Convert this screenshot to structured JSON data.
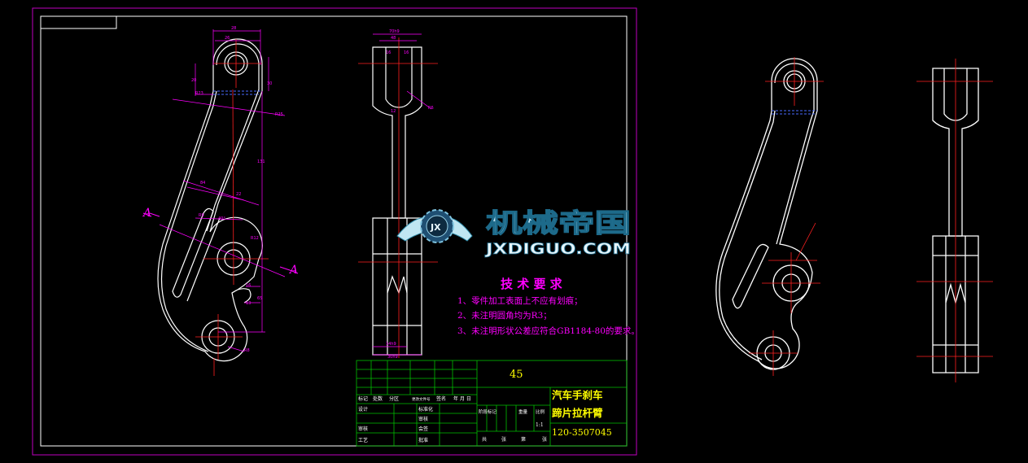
{
  "colors": {
    "background": "#000000",
    "frame": "#c000c0",
    "outline": "#ffffff",
    "centerline": "#ff2020",
    "dimension": "#ff00ff",
    "table": "#00c000",
    "text_yellow": "#ffff00",
    "text_magenta": "#ff00ff",
    "hidden": "#4a6cff"
  },
  "section_marks": {
    "left": "A",
    "right": "A"
  },
  "tech_requirements": {
    "title": "技 术 要 求",
    "items": [
      "1、零件加工表面上不应有划痕；",
      "2、未注明圆角均为R3；",
      "3、未注明形状公差应符合GB1184-80的要求。"
    ]
  },
  "title_block": {
    "material": "45",
    "part_name_line1": "汽车手刹车",
    "part_name_line2": "蹄片拉杆臂",
    "drawing_number": "120-3507045",
    "scale": "1:1",
    "headers_row1": [
      "标记",
      "处数",
      "分区",
      "更改文件号",
      "签名",
      "年 月 日"
    ],
    "stage_headers": [
      "阶段标记",
      "重量",
      "比例"
    ],
    "left_labels": [
      "设计",
      "审核",
      "工艺"
    ],
    "mid_labels": [
      "标准化",
      "审核",
      "会签",
      "批准"
    ],
    "sheet_text": [
      "共",
      "张",
      "第",
      "张"
    ]
  },
  "watermark": {
    "brand_cn": "机械帝国",
    "brand_en": "JXDIGUO.COM",
    "badge": "JX"
  }
}
